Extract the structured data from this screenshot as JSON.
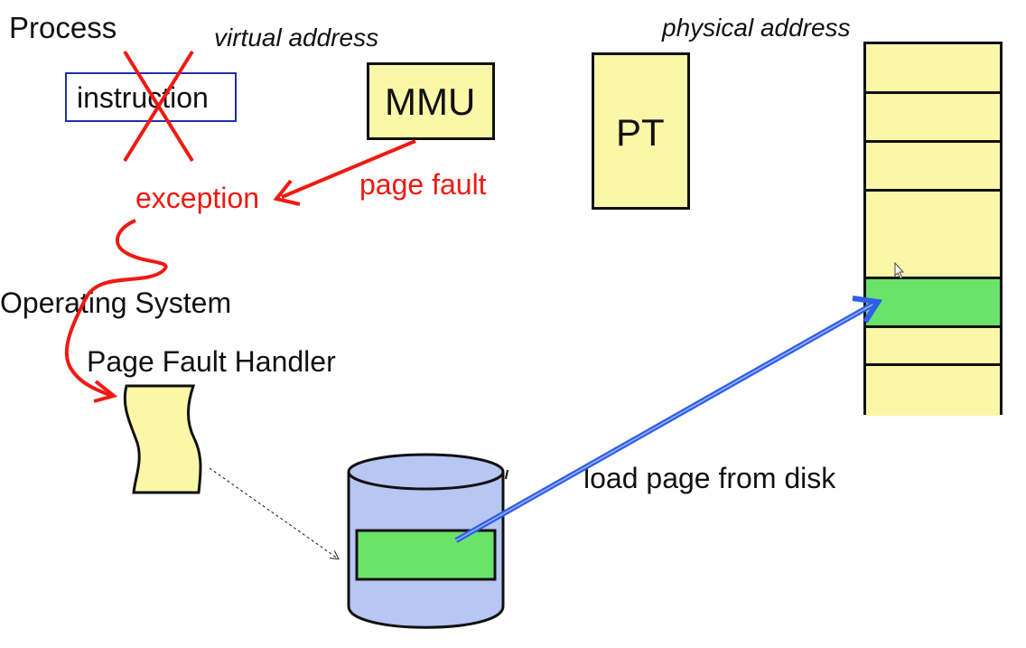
{
  "labels": {
    "process": "Process",
    "virtual_address": "virtual address",
    "physical_address": "physical address",
    "instruction": "instruction",
    "mmu": "MMU",
    "pt": "PT",
    "exception": "exception",
    "page_fault": "page fault",
    "operating_system": "Operating System",
    "page_fault_handler": "Page Fault Handler",
    "load_page_from_disk": "load page from disk"
  },
  "physical_memory": {
    "frame_count": 7,
    "loaded_frame_index": 4
  },
  "colors": {
    "page_yellow": "#fbf7a8",
    "loaded_green": "#6ae36a",
    "disk_blue": "#b7c6f3",
    "fault_red": "#ee1a12",
    "load_arrow_blue": "#2f5ee8",
    "instruction_border": "#1f2fa8"
  }
}
